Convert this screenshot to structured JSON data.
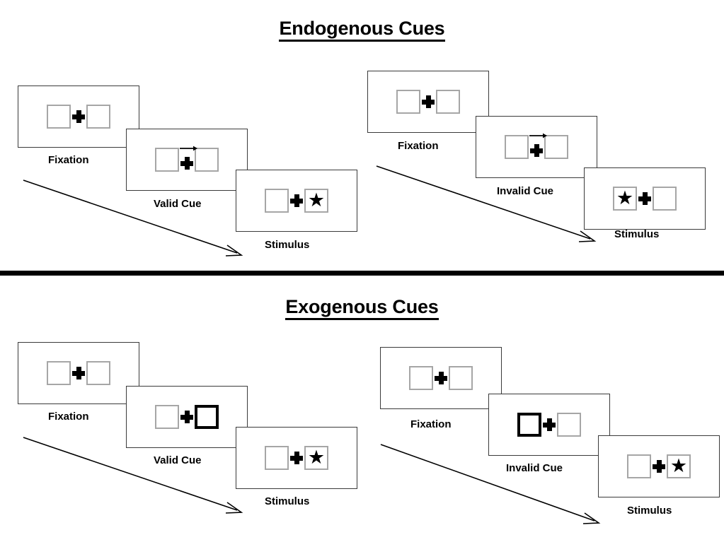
{
  "page": {
    "background_color": "#ffffff",
    "divider_color": "#000000"
  },
  "sections": [
    {
      "id": "endogenous",
      "title": "Endogenous Cues",
      "cue_type": "arrow",
      "groups": [
        {
          "id": "endogenous-valid",
          "condition_label": "Valid Cue",
          "frames": [
            {
              "id": "endogenous-valid-fixation",
              "label": "Fixation",
              "left_box": {
                "cued": false,
                "content": ""
              },
              "right_box": {
                "cued": false,
                "content": ""
              },
              "cue": "none"
            },
            {
              "id": "endogenous-valid-cue",
              "label": "Valid Cue",
              "left_box": {
                "cued": false,
                "content": ""
              },
              "right_box": {
                "cued": false,
                "content": ""
              },
              "cue": "arrow-right"
            },
            {
              "id": "endogenous-valid-stimulus",
              "label": "Stimulus",
              "left_box": {
                "cued": false,
                "content": ""
              },
              "right_box": {
                "cued": false,
                "content": "star"
              },
              "cue": "none"
            }
          ]
        },
        {
          "id": "endogenous-invalid",
          "condition_label": "Invalid Cue",
          "frames": [
            {
              "id": "endogenous-invalid-fixation",
              "label": "Fixation",
              "left_box": {
                "cued": false,
                "content": ""
              },
              "right_box": {
                "cued": false,
                "content": ""
              },
              "cue": "none"
            },
            {
              "id": "endogenous-invalid-cue",
              "label": "Invalid Cue",
              "left_box": {
                "cued": false,
                "content": ""
              },
              "right_box": {
                "cued": false,
                "content": ""
              },
              "cue": "arrow-right"
            },
            {
              "id": "endogenous-invalid-stimulus",
              "label": "Stimulus",
              "left_box": {
                "cued": false,
                "content": "star"
              },
              "right_box": {
                "cued": false,
                "content": ""
              },
              "cue": "none"
            }
          ]
        }
      ]
    },
    {
      "id": "exogenous",
      "title": "Exogenous Cues",
      "cue_type": "box-highlight",
      "groups": [
        {
          "id": "exogenous-valid",
          "condition_label": "Valid Cue",
          "frames": [
            {
              "id": "exogenous-valid-fixation",
              "label": "Fixation",
              "left_box": {
                "cued": false,
                "content": ""
              },
              "right_box": {
                "cued": false,
                "content": ""
              },
              "cue": "none"
            },
            {
              "id": "exogenous-valid-cue",
              "label": "Valid Cue",
              "left_box": {
                "cued": false,
                "content": ""
              },
              "right_box": {
                "cued": true,
                "content": ""
              },
              "cue": "right-box"
            },
            {
              "id": "exogenous-valid-stimulus",
              "label": "Stimulus",
              "left_box": {
                "cued": false,
                "content": ""
              },
              "right_box": {
                "cued": false,
                "content": "star"
              },
              "cue": "none"
            }
          ]
        },
        {
          "id": "exogenous-invalid",
          "condition_label": "Invalid Cue",
          "frames": [
            {
              "id": "exogenous-invalid-fixation",
              "label": "Fixation",
              "left_box": {
                "cued": false,
                "content": ""
              },
              "right_box": {
                "cued": false,
                "content": ""
              },
              "cue": "none"
            },
            {
              "id": "exogenous-invalid-cue",
              "label": "Invalid Cue",
              "left_box": {
                "cued": true,
                "content": ""
              },
              "right_box": {
                "cued": false,
                "content": ""
              },
              "cue": "left-box"
            },
            {
              "id": "exogenous-invalid-stimulus",
              "label": "Stimulus",
              "left_box": {
                "cued": false,
                "content": ""
              },
              "right_box": {
                "cued": false,
                "content": "star"
              },
              "cue": "none"
            }
          ]
        }
      ]
    }
  ],
  "glyphs": {
    "star": "★"
  },
  "labels": {
    "endogenous_title": "Endogenous Cues",
    "exogenous_title": "Exogenous Cues",
    "fixation": "Fixation",
    "valid_cue": "Valid Cue",
    "invalid_cue": "Invalid Cue",
    "stimulus": "Stimulus"
  },
  "colors": {
    "box_border": "#a6a6a6",
    "cued_box_border": "#000000",
    "panel_border": "#3a3a3a",
    "ink": "#000000"
  }
}
